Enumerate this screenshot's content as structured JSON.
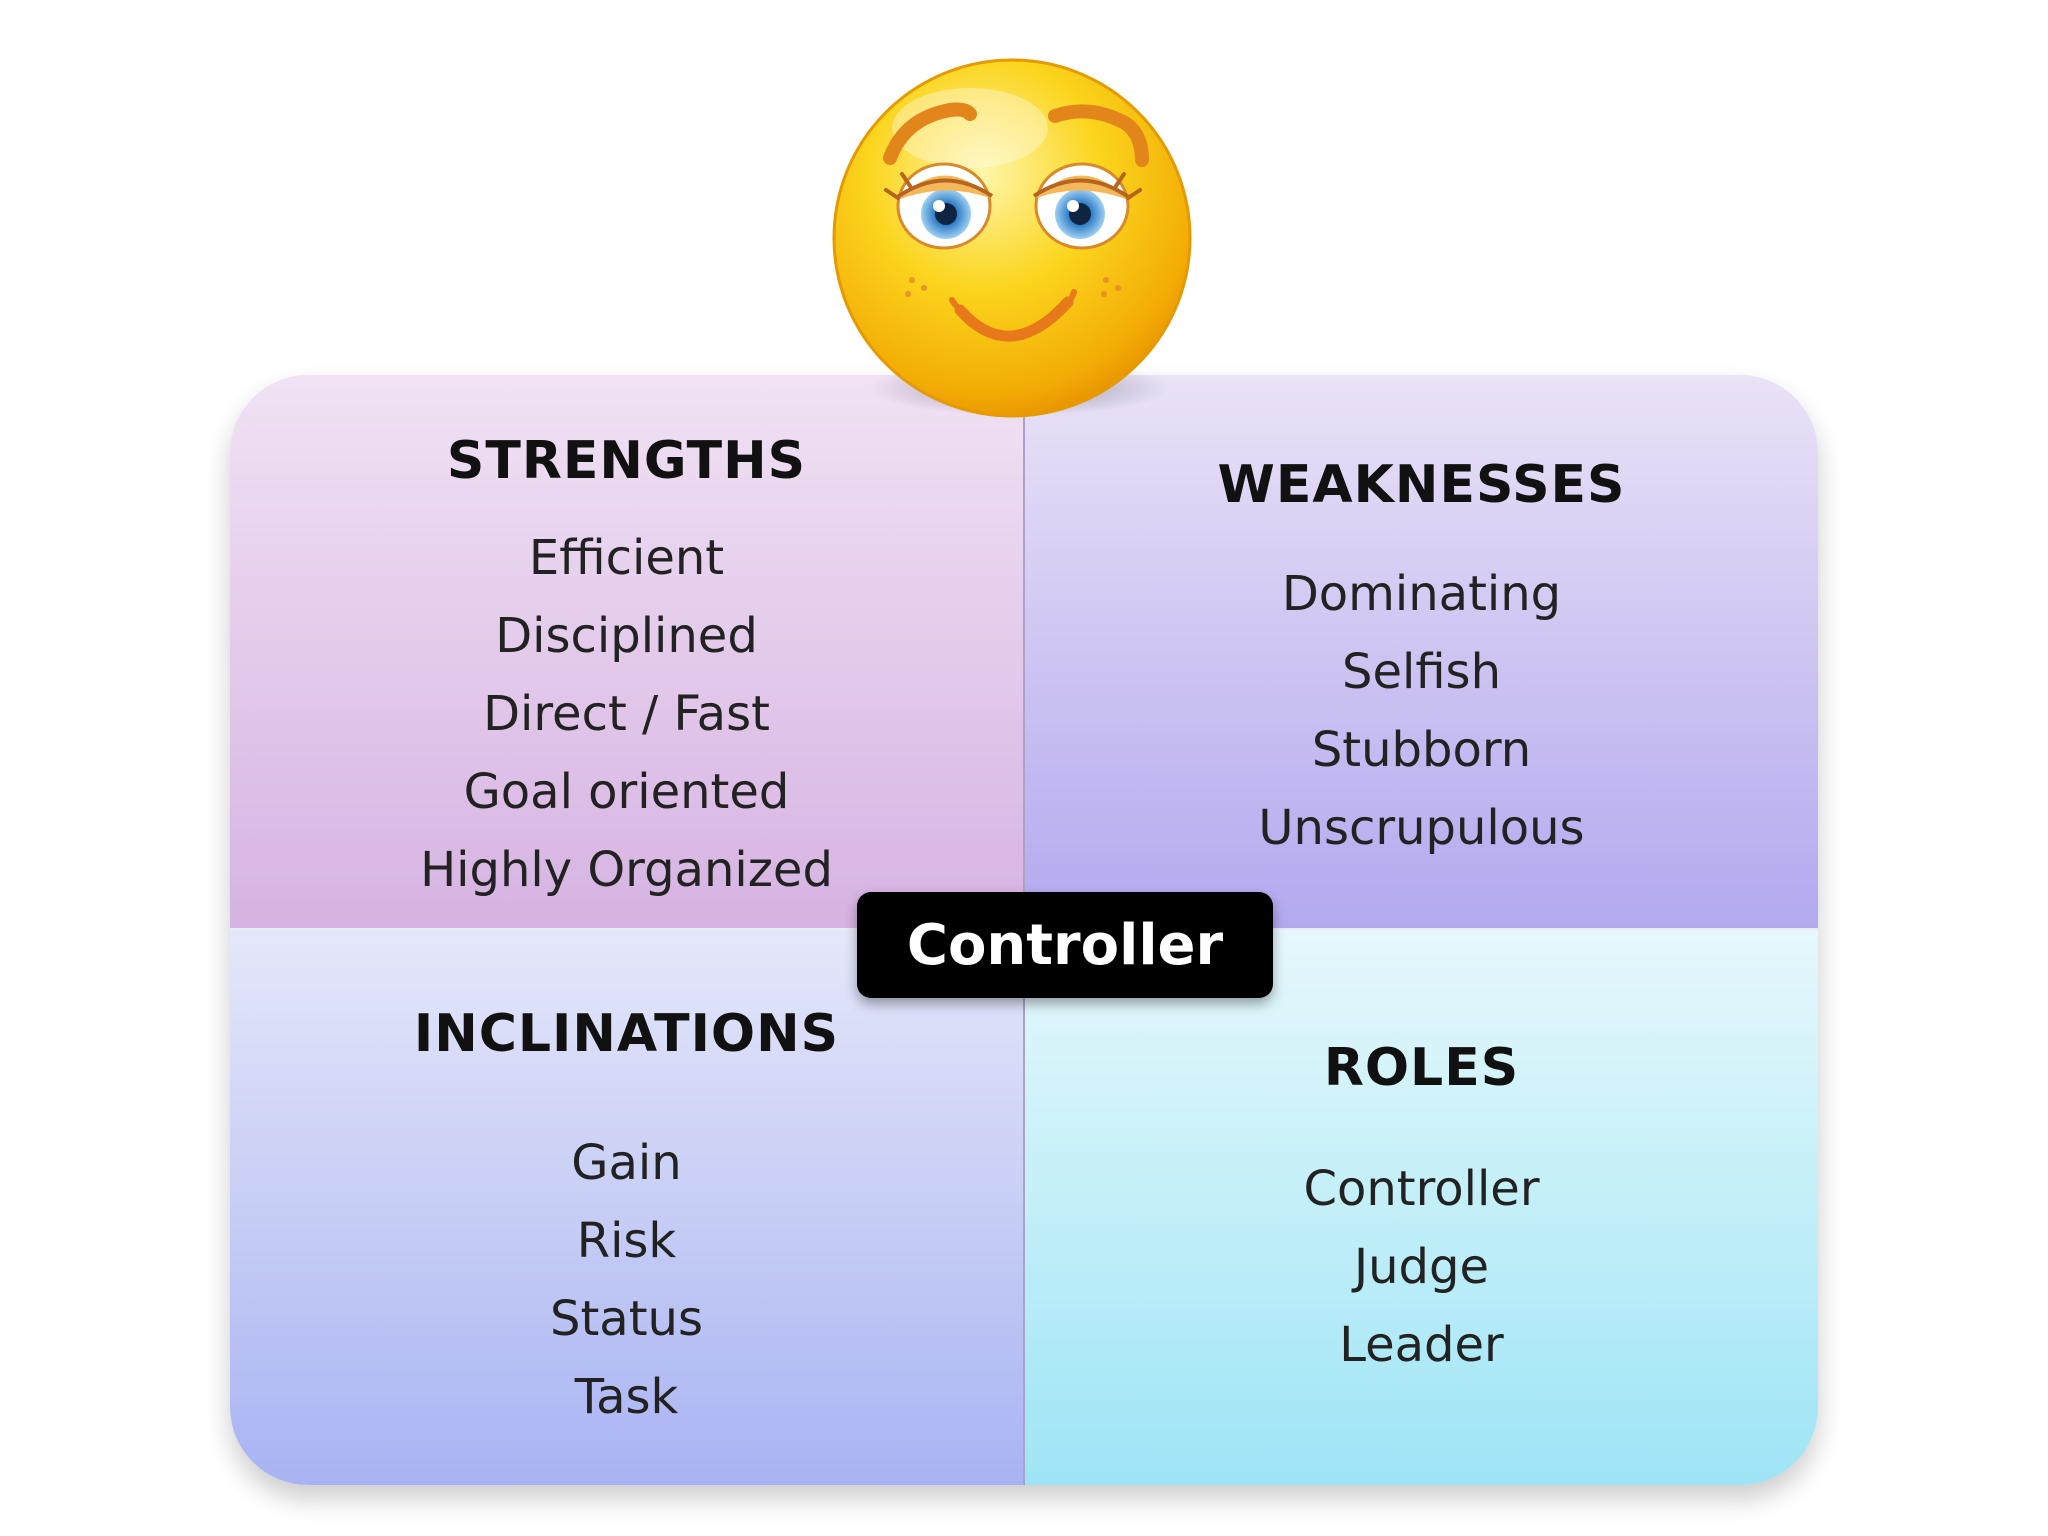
{
  "quadrants": {
    "strengths": {
      "heading": "STRENGTHS",
      "items": [
        "Efficient",
        "Disciplined",
        "Direct / Fast",
        "Goal oriented",
        "Highly Organized"
      ]
    },
    "weaknesses": {
      "heading": "WEAKNESSES",
      "items": [
        "Dominating",
        "Selfish",
        "Stubborn",
        "Unscrupulous"
      ]
    },
    "inclinations": {
      "heading": "INCLINATIONS",
      "items": [
        "Gain",
        "Risk",
        "Status",
        "Task"
      ]
    },
    "roles": {
      "heading": "ROLES",
      "items": [
        "Controller",
        "Judge",
        "Leader"
      ]
    }
  },
  "center_label": "Controller",
  "icon": "smiley-face-icon",
  "colors": {
    "strengths_bg": "#e2c8ea",
    "weaknesses_bg": "#cbc2f2",
    "inclinations_bg": "#c4cbf5",
    "roles_bg": "#bfeef8",
    "badge_bg": "#000000",
    "smiley_yellow": "#f7c20a"
  }
}
